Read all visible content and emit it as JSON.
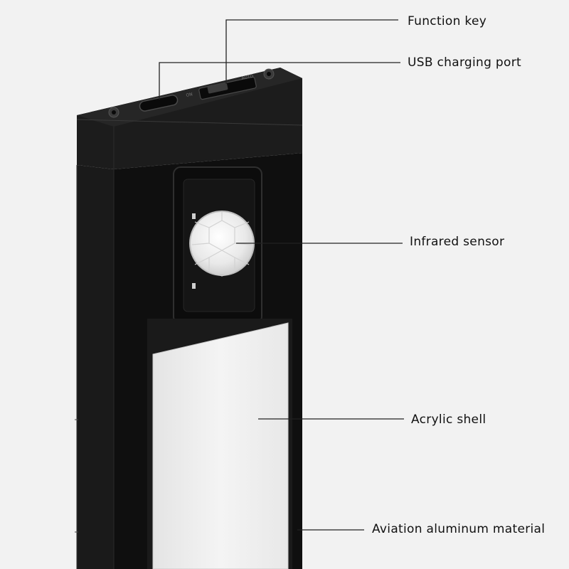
{
  "labels": {
    "function_key": "Function key",
    "usb_port": "USB charging port",
    "infrared_sensor": "Infrared sensor",
    "acrylic_shell": "Acrylic shell",
    "aviation_aluminum": "Aviation aluminum material"
  },
  "colors": {
    "background": "#f2f2f2",
    "housing": "#121212",
    "housing_top": "#1e1e1e",
    "panel": "#eeeeee",
    "leader_line": "#222222"
  }
}
